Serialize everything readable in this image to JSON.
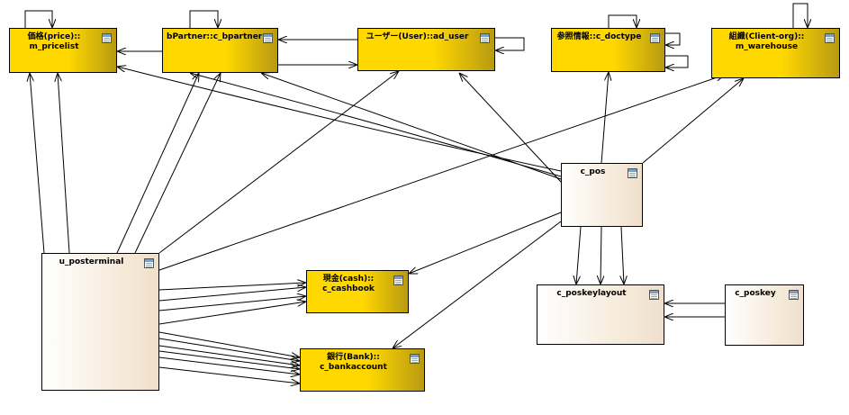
{
  "diagram": {
    "nodes": [
      {
        "id": "m_pricelist",
        "label": "価格(price)::\nm_pricelist",
        "color": "#ffd800",
        "icon": "table-icon"
      },
      {
        "id": "c_bpartner",
        "label": "bPartner::c_bpartner",
        "color": "#ffd800",
        "icon": "table-icon"
      },
      {
        "id": "ad_user",
        "label": "ユーザー(User)::ad_user",
        "color": "#ffd800",
        "icon": "table-icon"
      },
      {
        "id": "c_doctype",
        "label": "参照情報::c_doctype",
        "color": "#ffd800",
        "icon": "table-icon"
      },
      {
        "id": "m_warehouse",
        "label": "組織(Client-org)::\nm_warehouse",
        "color": "#ffd800",
        "icon": "table-icon"
      },
      {
        "id": "c_pos",
        "label": "c_pos",
        "color": "#f6ebdb",
        "icon": "table-icon"
      },
      {
        "id": "u_posterminal",
        "label": "u_posterminal",
        "color": "#f6ebdb",
        "icon": "table-icon"
      },
      {
        "id": "c_cashbook",
        "label": "現金(cash)::\nc_cashbook",
        "color": "#ffd800",
        "icon": "table-icon"
      },
      {
        "id": "c_poskeylayout",
        "label": "c_poskeylayout",
        "color": "#f6ebdb",
        "icon": "table-icon"
      },
      {
        "id": "c_poskey",
        "label": "c_poskey",
        "color": "#f6ebdb",
        "icon": "table-icon"
      },
      {
        "id": "c_bankaccount",
        "label": "銀行(Bank)::\nc_bankaccount",
        "color": "#ffd800",
        "icon": "table-icon"
      }
    ],
    "edges": [
      {
        "from": "m_pricelist",
        "to": "m_pricelist"
      },
      {
        "from": "c_bpartner",
        "to": "c_bpartner"
      },
      {
        "from": "ad_user",
        "to": "ad_user"
      },
      {
        "from": "c_doctype",
        "to": "c_doctype"
      },
      {
        "from": "c_doctype",
        "to": "c_doctype"
      },
      {
        "from": "c_doctype",
        "to": "c_doctype"
      },
      {
        "from": "m_warehouse",
        "to": "m_warehouse"
      },
      {
        "from": "c_bpartner",
        "to": "m_pricelist"
      },
      {
        "from": "ad_user",
        "to": "c_bpartner"
      },
      {
        "from": "c_bpartner",
        "to": "ad_user"
      },
      {
        "from": "c_pos",
        "to": "m_pricelist"
      },
      {
        "from": "c_pos",
        "to": "c_bpartner"
      },
      {
        "from": "c_pos",
        "to": "ad_user"
      },
      {
        "from": "c_pos",
        "to": "ad_user"
      },
      {
        "from": "c_pos",
        "to": "c_doctype"
      },
      {
        "from": "c_pos",
        "to": "m_warehouse"
      },
      {
        "from": "c_pos",
        "to": "c_poskeylayout"
      },
      {
        "from": "c_pos",
        "to": "c_poskeylayout"
      },
      {
        "from": "c_pos",
        "to": "c_poskeylayout"
      },
      {
        "from": "c_pos",
        "to": "c_cashbook"
      },
      {
        "from": "c_pos",
        "to": "c_bankaccount"
      },
      {
        "from": "c_poskey",
        "to": "c_poskeylayout"
      },
      {
        "from": "c_poskey",
        "to": "c_poskeylayout"
      },
      {
        "from": "u_posterminal",
        "to": "m_pricelist"
      },
      {
        "from": "u_posterminal",
        "to": "m_pricelist"
      },
      {
        "from": "u_posterminal",
        "to": "c_bpartner"
      },
      {
        "from": "u_posterminal",
        "to": "c_bpartner"
      },
      {
        "from": "u_posterminal",
        "to": "ad_user"
      },
      {
        "from": "u_posterminal",
        "to": "m_warehouse"
      },
      {
        "from": "u_posterminal",
        "to": "c_cashbook"
      },
      {
        "from": "u_posterminal",
        "to": "c_cashbook"
      },
      {
        "from": "u_posterminal",
        "to": "c_cashbook"
      },
      {
        "from": "u_posterminal",
        "to": "c_cashbook"
      },
      {
        "from": "u_posterminal",
        "to": "c_bankaccount"
      },
      {
        "from": "u_posterminal",
        "to": "c_bankaccount"
      },
      {
        "from": "u_posterminal",
        "to": "c_bankaccount"
      },
      {
        "from": "u_posterminal",
        "to": "c_bankaccount"
      },
      {
        "from": "u_posterminal",
        "to": "c_bankaccount"
      },
      {
        "from": "u_posterminal",
        "to": "c_bankaccount"
      }
    ]
  }
}
